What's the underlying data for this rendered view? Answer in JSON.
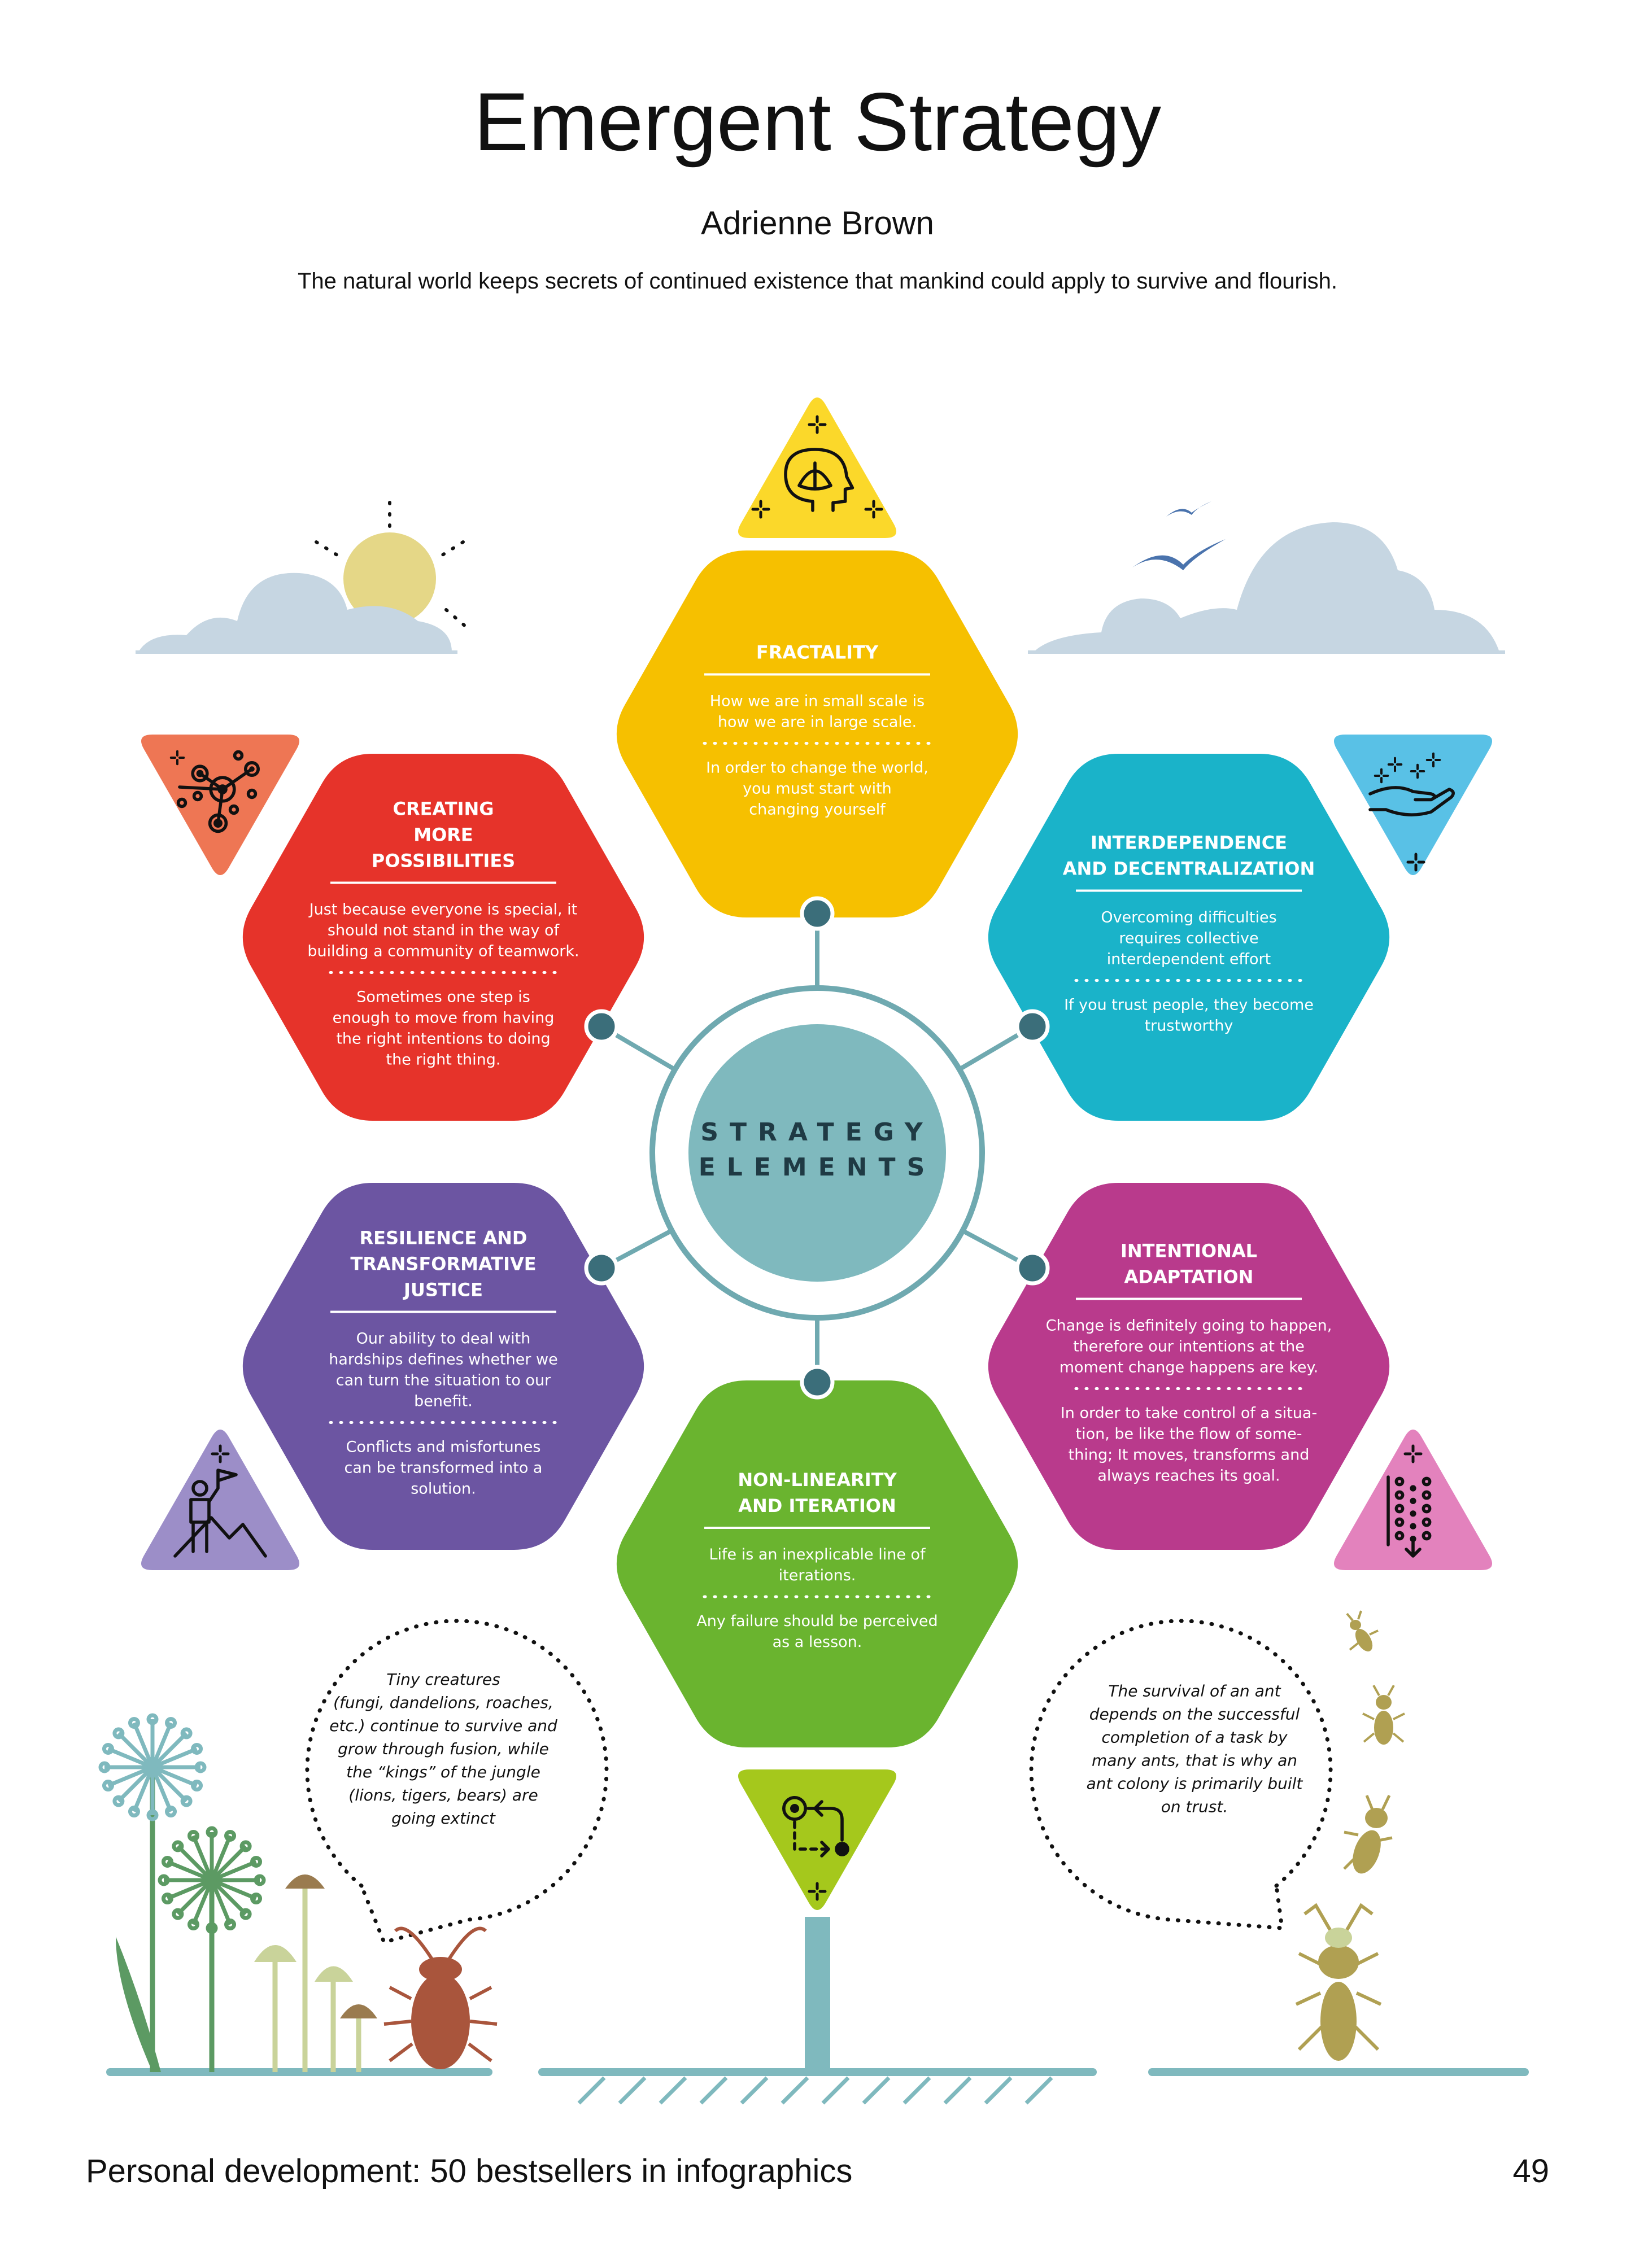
{
  "header": {
    "title": "Emergent Strategy",
    "author": "Adrienne Brown",
    "subtitle": "The natural world keeps secrets of continued existence that mankind could apply to survive and flourish."
  },
  "center": {
    "line1": "STRATEGY",
    "line2": "ELEMENTS",
    "color": "#7fb9be"
  },
  "elements": [
    {
      "key": "fractality",
      "color": "#f6c000",
      "icon": "head-lotus-icon",
      "icon_bg": "#fbd82a",
      "title": [
        "FRACTALITY"
      ],
      "text1": [
        "How we are in small scale is",
        "how we are in large scale."
      ],
      "text2": [
        "In order to change the world,",
        "you must start with",
        "changing yourself"
      ]
    },
    {
      "key": "interdependence",
      "color": "#1ab3c9",
      "icon": "hand-giving-icon",
      "icon_bg": "#59c1e6",
      "title": [
        "INTERDEPENDENCE",
        "AND DECENTRALIZATION"
      ],
      "text1": [
        "Overcoming difficulties",
        "requires collective",
        "interdependent effort"
      ],
      "text2": [
        "If you trust people, they become",
        "trustworthy"
      ]
    },
    {
      "key": "adaptation",
      "color": "#b93a8c",
      "icon": "flow-dots-icon",
      "icon_bg": "#e382bd",
      "title": [
        "INTENTIONAL",
        "ADAPTATION"
      ],
      "text1": [
        "Change is definitely going to happen,",
        "therefore our intentions at the",
        "moment change happens are key."
      ],
      "text2": [
        "In order to take control of a situa-",
        "tion, be like the flow of some-",
        "thing; It moves, transforms and",
        "always reaches its goal."
      ]
    },
    {
      "key": "nonlinearity",
      "color": "#6ab42f",
      "icon": "path-arrows-icon",
      "icon_bg": "#a5c81c",
      "title": [
        "NON-LINEARITY",
        "AND ITERATION"
      ],
      "text1": [
        "Life is an inexplicable line of",
        "iterations."
      ],
      "text2": [
        "Any failure should be perceived",
        "as a lesson."
      ]
    },
    {
      "key": "resilience",
      "color": "#6c55a2",
      "icon": "climber-flag-icon",
      "icon_bg": "#9c8ec8",
      "title": [
        "RESILIENCE AND",
        "TRANSFORMATIVE",
        "JUSTICE"
      ],
      "text1": [
        "Our ability to deal with",
        "hardships defines whether we",
        "can turn the situation to our",
        "benefit."
      ],
      "text2": [
        "Conflicts and misfortunes",
        "can be transformed into a",
        "solution."
      ]
    },
    {
      "key": "possibilities",
      "color": "#e6332a",
      "icon": "network-nodes-icon",
      "icon_bg": "#ee7654",
      "title": [
        "CREATING",
        "MORE",
        "POSSIBILITIES"
      ],
      "text1": [
        "Just because everyone is special, it",
        "should not stand in the way of",
        "building a community of teamwork."
      ],
      "text2": [
        "Sometimes one step is",
        "enough to move from having",
        "the right intentions to doing",
        "the right thing."
      ]
    }
  ],
  "bubbles": {
    "left": [
      "Tiny creatures",
      "(fungi, dandelions, roaches,",
      "etc.) continue to survive and",
      "grow through fusion, while",
      "the “kings” of the jungle",
      "(lions, tigers, bears) are",
      "going extinct"
    ],
    "right": [
      "The survival of an ant",
      "depends on the successful",
      "completion of a task by",
      "many ants, that is why an",
      "ant colony is primarily built",
      "on trust."
    ]
  },
  "footer": {
    "left": "Personal development: 50 bestsellers in infographics",
    "right": "49"
  }
}
